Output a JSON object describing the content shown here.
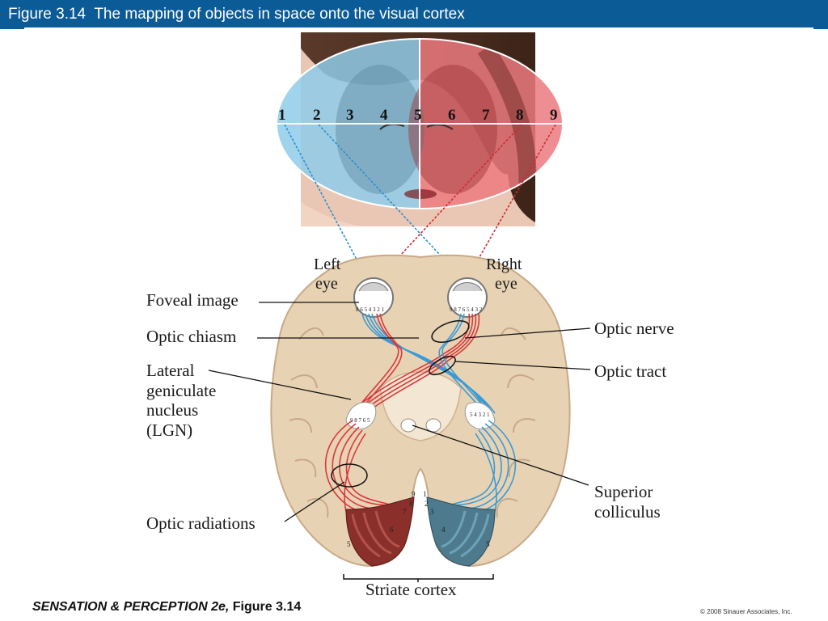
{
  "slide": {
    "title": "Figure 3.14  The mapping of objects in space onto the visual cortex"
  },
  "figure": {
    "field_numbers": [
      "1",
      "2",
      "3",
      "4",
      "5",
      "6",
      "7",
      "8",
      "9"
    ],
    "colors": {
      "left_field": "#8fcbe9",
      "right_field": "#ec7a7f",
      "left_pathway": "#3a9bd5",
      "right_pathway": "#d9383c",
      "brain": "#e8d2b4",
      "brain_outline": "#c8a987",
      "title_bar": "#0b5b96"
    },
    "labels": {
      "left_eye_line1": "Left",
      "left_eye_line2": "eye",
      "right_eye_line1": "Right",
      "right_eye_line2": "eye",
      "foveal_image": "Foveal image",
      "optic_chiasm": "Optic chiasm",
      "lgn_line1": "Lateral",
      "lgn_line2": "geniculate",
      "lgn_line3": "nucleus",
      "lgn_line4": "(LGN)",
      "optic_nerve": "Optic nerve",
      "optic_tract": "Optic tract",
      "optic_radiations": "Optic radiations",
      "superior_line1": "Superior",
      "superior_line2": "colliculus",
      "striate_cortex": "Striate cortex"
    },
    "retina_left": "8 6 5 4 3 2 1",
    "retina_right": "9 8 7 6 5 4 3 2",
    "lgn_left": "9 8 7 6 5",
    "lgn_right": "5 4 3 2 1",
    "cortex_left_nums": [
      "9",
      "8",
      "7",
      "6",
      "5"
    ],
    "cortex_right_nums": [
      "1",
      "2",
      "3",
      "4",
      "5"
    ]
  },
  "footer": {
    "book_title": "SENSATION & PERCEPTION 2e,",
    "figure_ref": " Figure 3.14",
    "copyright": "© 2008 Sinauer Associates, Inc."
  }
}
